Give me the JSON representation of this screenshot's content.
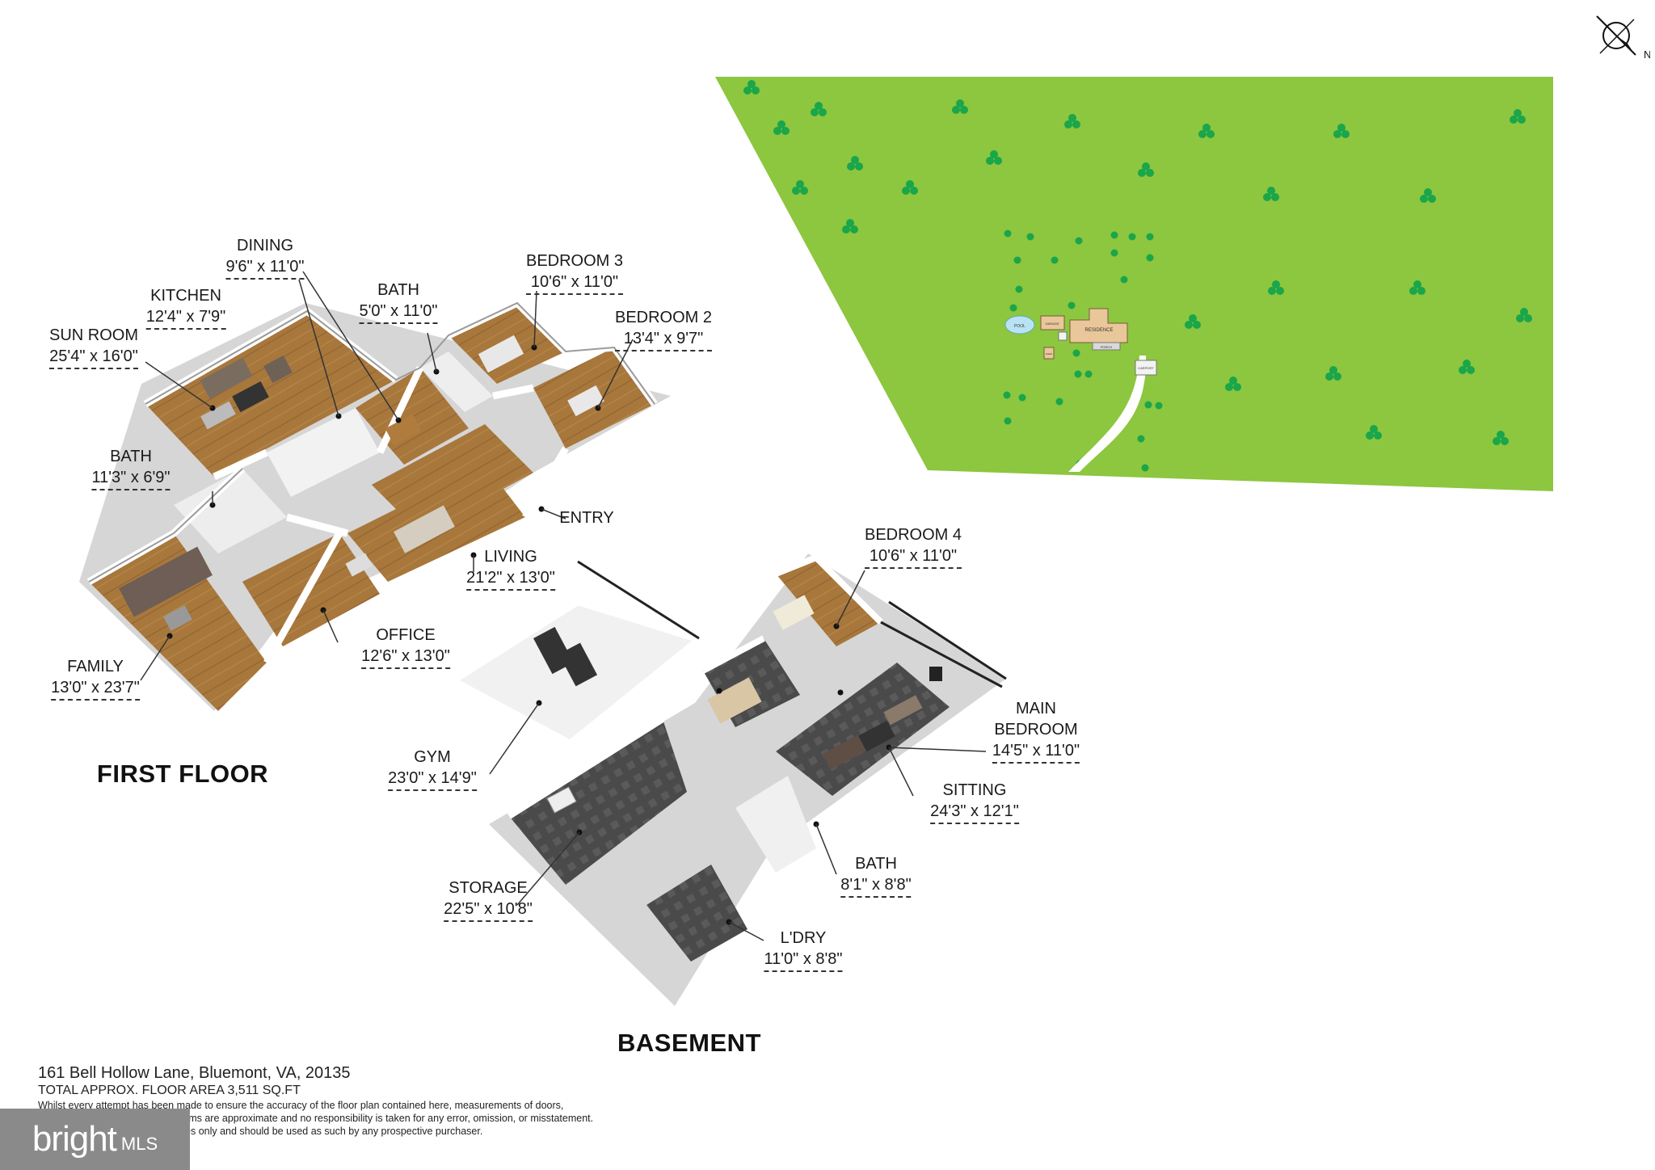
{
  "floors": {
    "first": "FIRST FLOOR",
    "basement": "BASEMENT"
  },
  "rooms": {
    "dining": {
      "name": "DINING",
      "dim": "9'6\" x 11'0\""
    },
    "kitchen": {
      "name": "KITCHEN",
      "dim": "12'4\" x 7'9\""
    },
    "sunroom": {
      "name": "SUN ROOM",
      "dim": "25'4\" x 16'0\""
    },
    "bath1": {
      "name": "BATH",
      "dim": "5'0\" x 11'0\""
    },
    "bedroom3": {
      "name": "BEDROOM 3",
      "dim": "10'6\" x 11'0\""
    },
    "bedroom2": {
      "name": "BEDROOM 2",
      "dim": "13'4\" x 9'7\""
    },
    "bath2": {
      "name": "BATH",
      "dim": "11'3\" x 6'9\""
    },
    "entry": {
      "name": "ENTRY"
    },
    "living": {
      "name": "LIVING",
      "dim": "21'2\" x 13'0\""
    },
    "office": {
      "name": "OFFICE",
      "dim": "12'6\" x 13'0\""
    },
    "family": {
      "name": "FAMILY",
      "dim": "13'0\" x 23'7\""
    },
    "bedroom4": {
      "name": "BEDROOM 4",
      "dim": "10'6\" x 11'0\""
    },
    "mainbed": {
      "name1": "MAIN",
      "name2": "BEDROOM",
      "dim": "14'5\" x 11'0\""
    },
    "gym": {
      "name": "GYM",
      "dim": "23'0\" x 14'9\""
    },
    "sitting": {
      "name": "SITTING",
      "dim": "24'3\" x 12'1\""
    },
    "storage": {
      "name": "STORAGE",
      "dim": "22'5\" x 10'8\""
    },
    "bath3": {
      "name": "BATH",
      "dim": "8'1\" x 8'8\""
    },
    "laundry": {
      "name": "L'DRY",
      "dim": "11'0\" x 8'8\""
    }
  },
  "site": {
    "labels": [
      "POOL",
      "GARAGE",
      "RESIDENCE",
      "PORCH",
      "CARPORT",
      "SHED"
    ]
  },
  "compass": {
    "letter": "N",
    "icon": "compass-icon"
  },
  "footer": {
    "address": "161 Bell Hollow Lane, Bluemont, VA, 20135",
    "area": "TOTAL APPROX. FLOOR AREA 3,511 SQ.FT",
    "disclaimer1": "Whilst every attempt has been made to ensure the accuracy of the floor plan contained here, measurements of doors,",
    "disclaimer2": "windows, rooms and any other items are approximate and no responsibility is taken for any error, omission, or misstatement.",
    "disclaimer3": "This plan is for illustrative purposes only and should be used as such by any prospective purchaser."
  },
  "watermark": {
    "brand": "bright",
    "suffix": "MLS"
  },
  "colors": {
    "lawn": "#8dc63f",
    "tree": "#1aa64a",
    "floor_wood": "#a8773c",
    "floor_dark": "#4d4d4d",
    "wall": "#e8e8e8"
  }
}
